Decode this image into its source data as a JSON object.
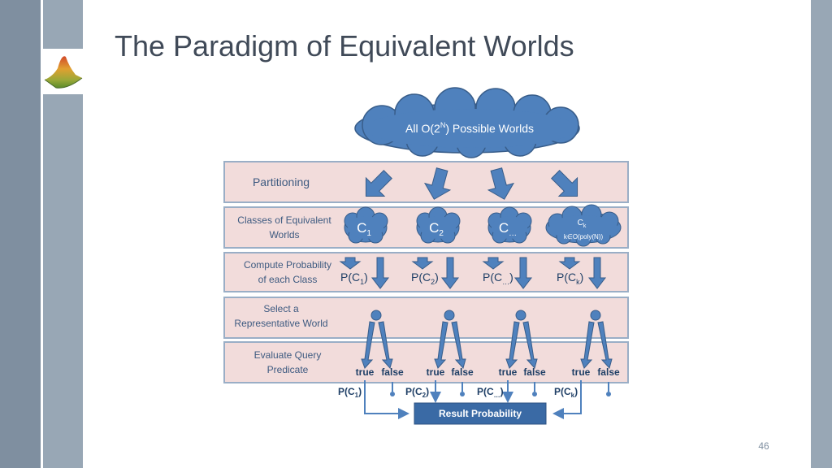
{
  "slide": {
    "title": "The Paradigm of Equivalent Worlds",
    "page_number": "46"
  },
  "colors": {
    "sidebar_dark": "#7f8fa0",
    "sidebar_light": "#98a7b5",
    "band_fill": "#f2dcdb",
    "band_stroke": "#9aaec6",
    "shape_blue": "#4f81bd",
    "shape_stroke": "#385d8a",
    "result_box": "#3a6aa5",
    "title_text": "#404a58"
  },
  "diagram": {
    "cloud_top": {
      "prefix": "All O(2",
      "sup": "N",
      "suffix": ") Possible Worlds"
    },
    "rows": {
      "partitioning": "Partitioning",
      "classes": [
        "Classes of Equivalent",
        "Worlds"
      ],
      "compute": [
        "Compute Probability",
        "of each Class"
      ],
      "select": [
        "Select a",
        "Representative World"
      ],
      "evaluate": [
        "Evaluate Query",
        "Predicate"
      ]
    },
    "classes": [
      {
        "main": "C",
        "sub": "1"
      },
      {
        "main": "C",
        "sub": "2"
      },
      {
        "main": "C",
        "sub": "…"
      },
      {
        "main": "C",
        "sub": "k",
        "note": "k∈O(poly(N))"
      }
    ],
    "prob_prefix": "P(C",
    "prob_suffix": ")",
    "true_label": "true",
    "false_label": "false",
    "result_label": "Result Probability"
  }
}
